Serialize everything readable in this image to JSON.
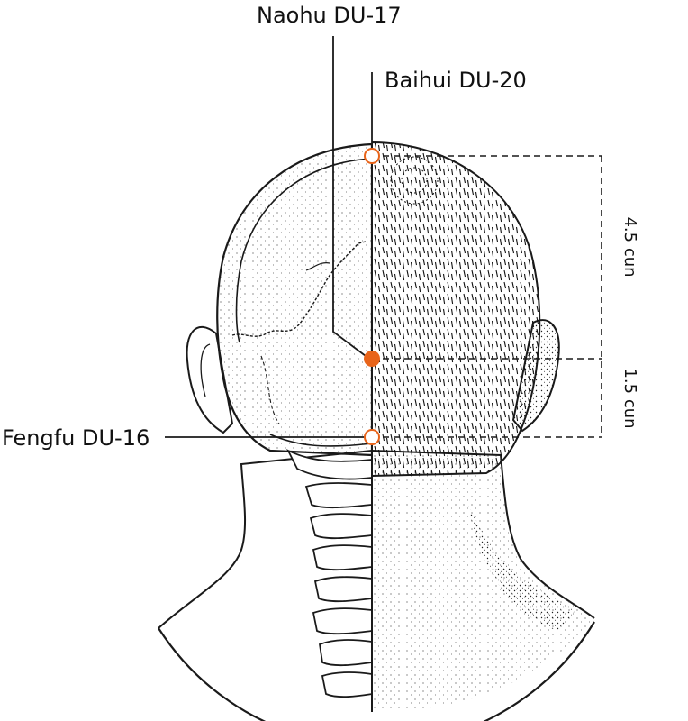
{
  "labels": {
    "naohu": "Naohu DU-17",
    "baihui": "Baihui DU-20",
    "fengfu": "Fengfu DU-16"
  },
  "measurements": {
    "upper": "4.5 cun",
    "lower": "1.5 cun"
  },
  "colors": {
    "accent": "#e8641a",
    "ink": "#1a1a1a",
    "background": "#ffffff"
  }
}
